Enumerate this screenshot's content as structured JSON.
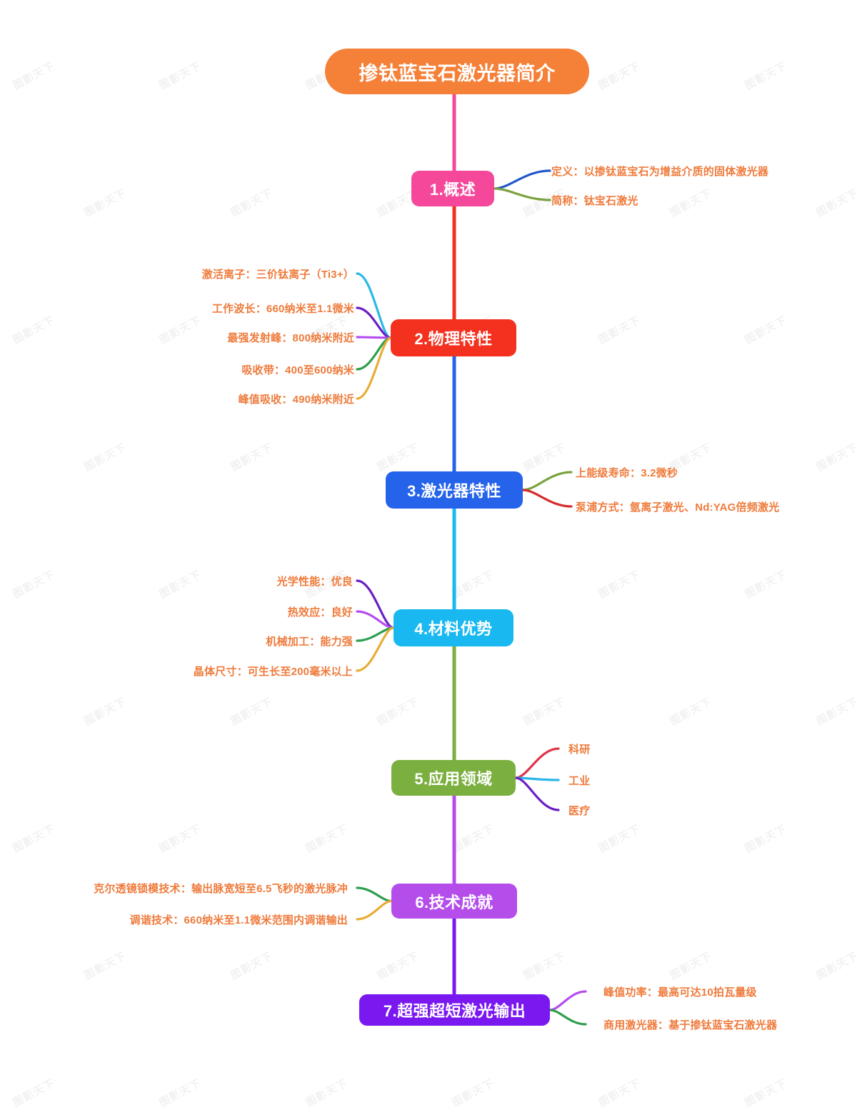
{
  "watermark": {
    "text": "图影天下"
  },
  "palette": {
    "root": "#f58038",
    "leaf_text": "#ef7b3c",
    "node1": "#f5489b",
    "node2": "#f4301e",
    "node3": "#2563eb",
    "node4": "#19b8f0",
    "node5": "#7baf3f",
    "node6": "#b54deb",
    "node7": "#7a18f0",
    "link_cyan": "#2ab7e8",
    "link_purple_dark": "#6b1fc4",
    "link_purple_light": "#b44df0",
    "link_green": "#2f9e4f",
    "link_amber": "#e8ad36",
    "link_blue": "#2358c9",
    "link_olive": "#7ba23f",
    "link_red": "#d62b2b",
    "link_crimson": "#e0344a"
  },
  "root": {
    "label": "掺钛蓝宝石激光器简介"
  },
  "branches": [
    {
      "label": "1.概述",
      "side": "right",
      "color": "#f5489b",
      "leaves": [
        {
          "text": "定义：以掺钛蓝宝石为增益介质的固体激光器",
          "color": "#2358c9"
        },
        {
          "text": "简称：钛宝石激光",
          "color": "#7ba23f"
        }
      ]
    },
    {
      "label": "2.物理特性",
      "side": "left",
      "color": "#f4301e",
      "leaves": [
        {
          "text": "激活离子：三价钛离子（Ti3+）",
          "color": "#2ab7e8"
        },
        {
          "text": "工作波长：660纳米至1.1微米",
          "color": "#6b1fc4"
        },
        {
          "text": "最强发射峰：800纳米附近",
          "color": "#b44df0"
        },
        {
          "text": "吸收带：400至600纳米",
          "color": "#2f9e4f"
        },
        {
          "text": "峰值吸收：490纳米附近",
          "color": "#e8ad36"
        }
      ]
    },
    {
      "label": "3.激光器特性",
      "side": "right",
      "color": "#2563eb",
      "leaves": [
        {
          "text": "上能级寿命：3.2微秒",
          "color": "#7ba23f"
        },
        {
          "text": "泵浦方式：氩离子激光、Nd:YAG倍频激光",
          "color": "#d62b2b"
        }
      ]
    },
    {
      "label": "4.材料优势",
      "side": "left",
      "color": "#19b8f0",
      "leaves": [
        {
          "text": "光学性能：优良",
          "color": "#6b1fc4"
        },
        {
          "text": "热效应：良好",
          "color": "#b44df0"
        },
        {
          "text": "机械加工：能力强",
          "color": "#2f9e4f"
        },
        {
          "text": "晶体尺寸：可生长至200毫米以上",
          "color": "#e8ad36"
        }
      ]
    },
    {
      "label": "5.应用领域",
      "side": "right",
      "color": "#7baf3f",
      "leaves": [
        {
          "text": "科研",
          "color": "#e0344a"
        },
        {
          "text": "工业",
          "color": "#2ab7e8"
        },
        {
          "text": "医疗",
          "color": "#6b1fc4"
        }
      ]
    },
    {
      "label": "6.技术成就",
      "side": "left",
      "color": "#b54deb",
      "leaves": [
        {
          "text": "克尔透镜锁模技术：输出脉宽短至6.5飞秒的激光脉冲",
          "color": "#2f9e4f"
        },
        {
          "text": "调谐技术：660纳米至1.1微米范围内调谐输出",
          "color": "#e8ad36"
        }
      ]
    },
    {
      "label": "7.超强超短激光输出",
      "side": "right",
      "color": "#7a18f0",
      "leaves": [
        {
          "text": "峰值功率：最高可达10拍瓦量级",
          "color": "#b44df0"
        },
        {
          "text": "商用激光器：基于掺钛蓝宝石激光器",
          "color": "#2f9e4f"
        }
      ]
    }
  ]
}
